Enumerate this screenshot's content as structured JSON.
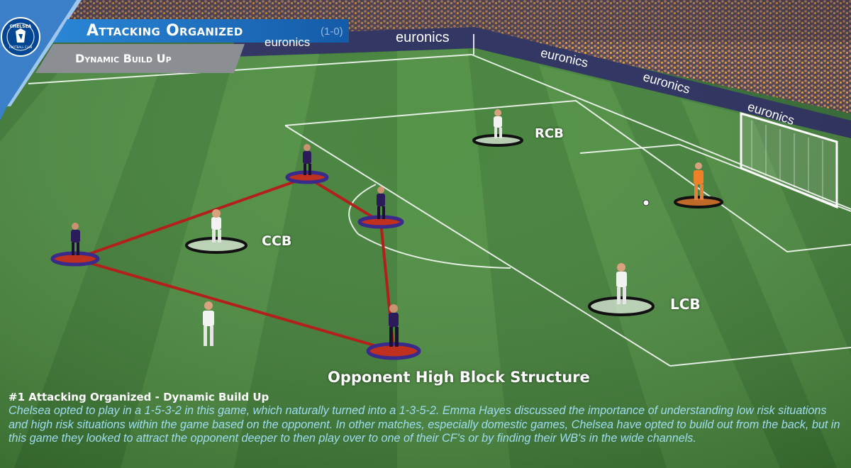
{
  "header": {
    "title": "Attacking Organized",
    "score": "(1-0)",
    "subtitle": "Dynamic Build Up"
  },
  "crest": {
    "top_text": "CHELSEA",
    "bottom_text": "FOOTBALL CLUB"
  },
  "ads": [
    "euronics",
    "euronics",
    "euronics",
    "euronics",
    "euronics"
  ],
  "labels": {
    "rcb": "RCB",
    "ccb": "CCB",
    "lcb": "LCB",
    "structure": "Opponent High Block Structure"
  },
  "caption": {
    "title": "#1 Attacking Organized - Dynamic Build Up",
    "body": "Chelsea opted to play in a 1-5-3-2 in this game, which naturally turned into a 1-3-5-2. Emma Hayes discussed the importance of understanding low risk situations and high risk situations within the game based on the opponent. In other matches, especially domestic games, Chelsea have opted to build out from the back, but in this game they looked to attract the opponent deeper to then play over to one of their CF's or by finding their WB's in the wide channels."
  },
  "colors": {
    "chelsea_blue": "#034694",
    "banner_blue": "#1f6fbf",
    "banner_grey": "#8b8e92",
    "opponent_ring": "#3a2a8a",
    "structure_line": "#b3201c",
    "caption_text": "#9fdcf0"
  }
}
